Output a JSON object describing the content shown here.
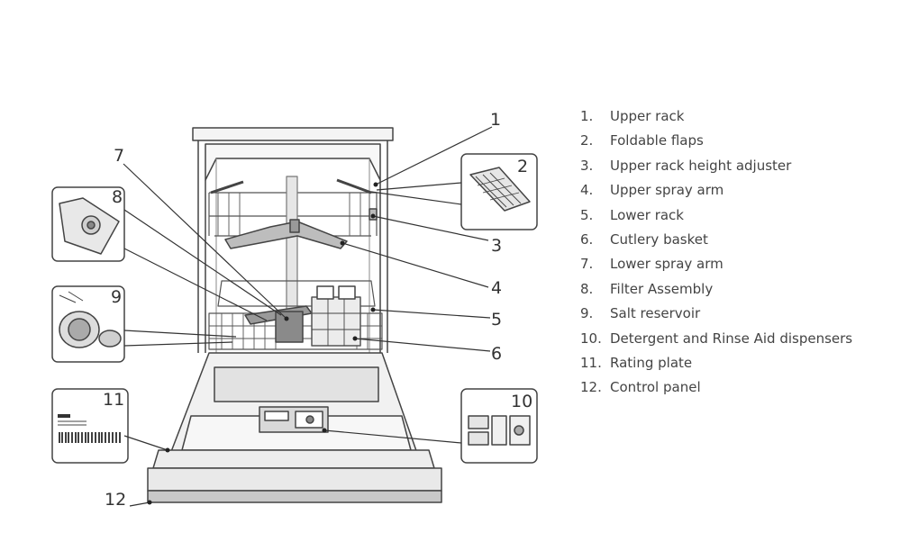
{
  "callouts": {
    "c1": "1",
    "c2": "2",
    "c3": "3",
    "c4": "4",
    "c5": "5",
    "c6": "6",
    "c7": "7",
    "c8": "8",
    "c9": "9",
    "c10": "10",
    "c11": "11",
    "c12": "12"
  },
  "legend": [
    {
      "num": "1.",
      "label": "Upper rack"
    },
    {
      "num": "2.",
      "label": "Foldable flaps"
    },
    {
      "num": "3.",
      "label": "Upper rack height adjuster"
    },
    {
      "num": "4.",
      "label": "Upper spray arm"
    },
    {
      "num": "5.",
      "label": "Lower  rack"
    },
    {
      "num": "6.",
      "label": "Cutlery basket"
    },
    {
      "num": "7.",
      "label": "Lower spray arm"
    },
    {
      "num": "8.",
      "label": "Filter Assembly"
    },
    {
      "num": "9.",
      "label": "Salt reservoir"
    },
    {
      "num": "10.",
      "label": "Detergent and Rinse Aid dispensers"
    },
    {
      "num": "11.",
      "label": "Rating plate"
    },
    {
      "num": "12.",
      "label": "Control panel"
    }
  ]
}
